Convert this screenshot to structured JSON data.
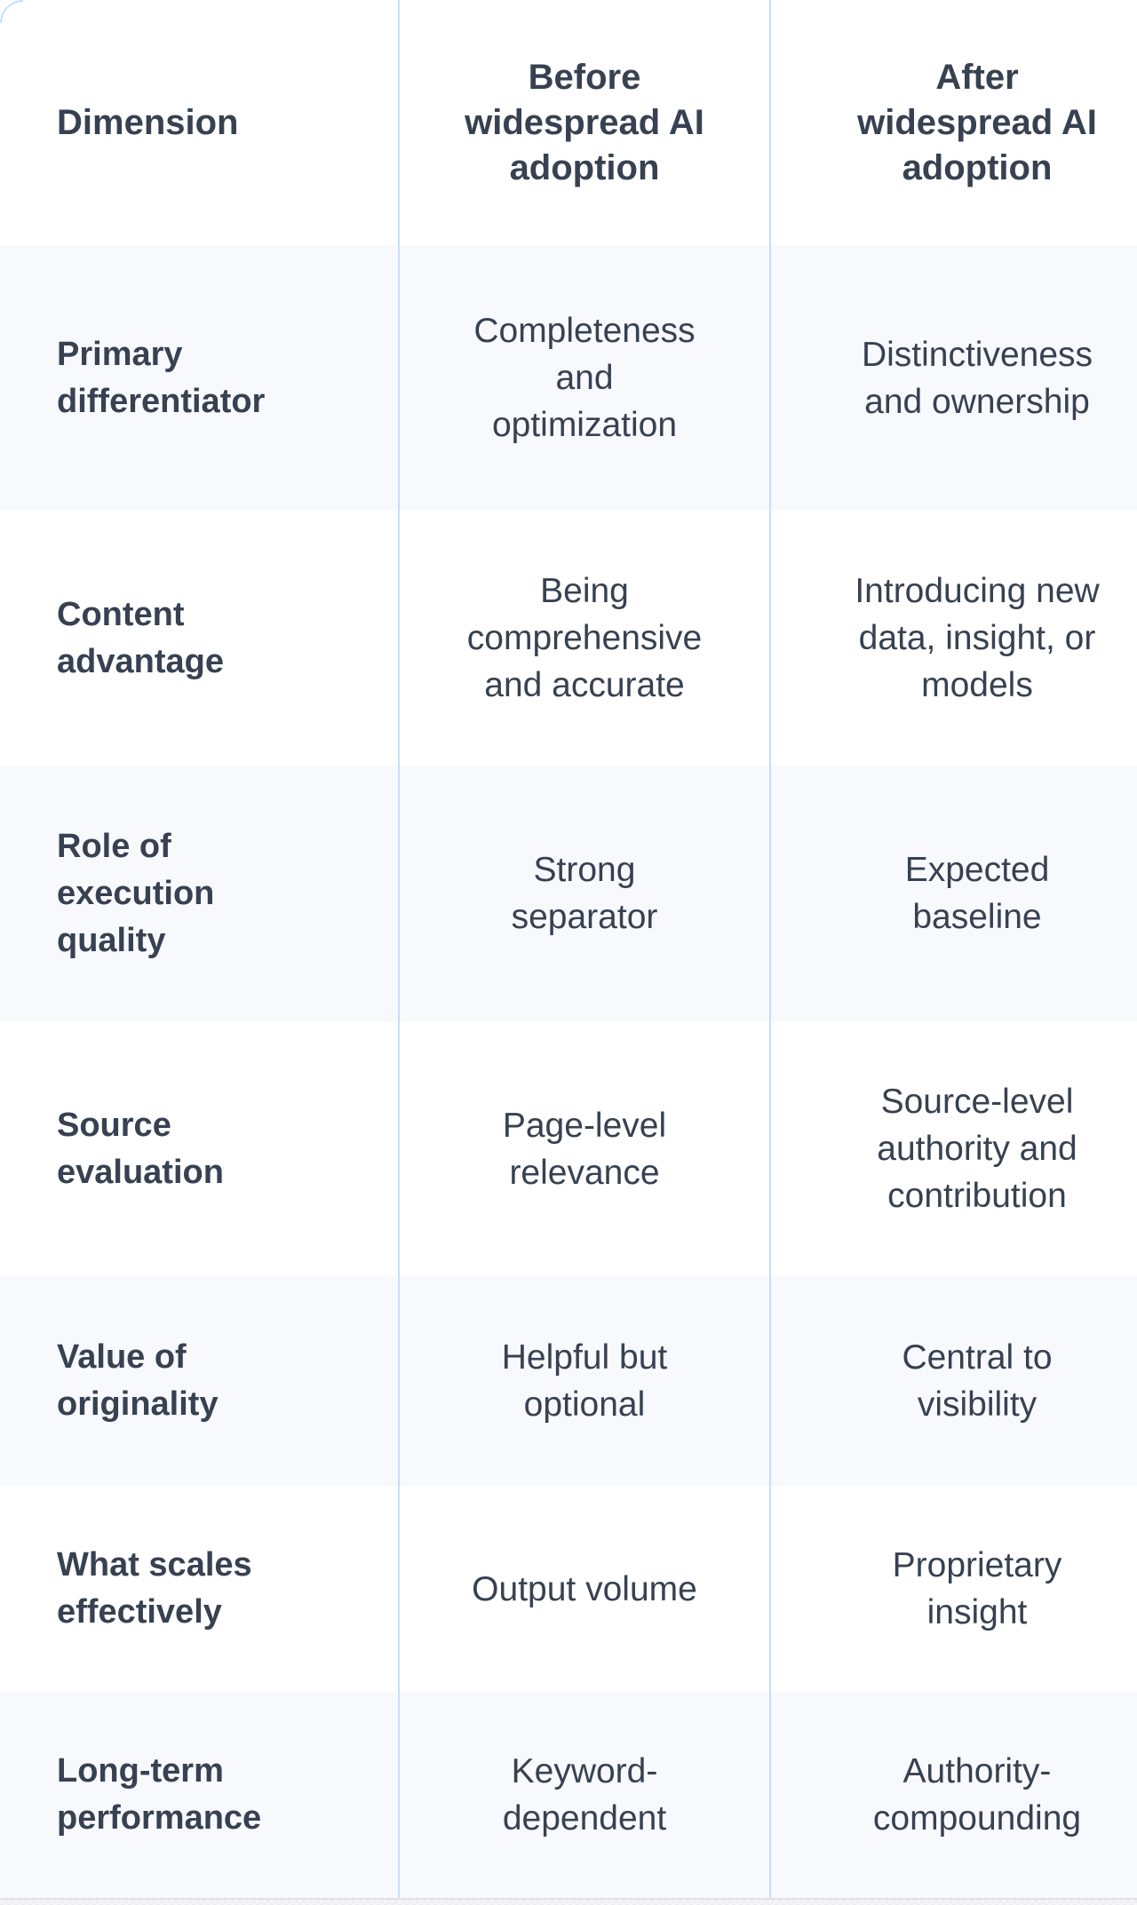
{
  "theme": {
    "line": "#c9def9",
    "stripe": "#f8f9fd",
    "ink": "#374151"
  },
  "table": {
    "columns": [
      {
        "label": "Dimension"
      },
      {
        "label": "Before\nwidespread AI\nadoption"
      },
      {
        "label": "After\nwidespread AI\nadoption"
      }
    ],
    "rows": [
      {
        "dimension": "Primary\ndifferentiator",
        "before": "Completeness\nand\noptimization",
        "after": "Distinctiveness\nand ownership"
      },
      {
        "dimension": "Content\nadvantage",
        "before": "Being\ncomprehensive\nand accurate",
        "after": "Introducing new\ndata, insight, or\nmodels"
      },
      {
        "dimension": "Role of\nexecution\nquality",
        "before": "Strong\nseparator",
        "after": "Expected\nbaseline"
      },
      {
        "dimension": "Source\nevaluation",
        "before": "Page-level\nrelevance",
        "after": "Source-level\nauthority and\ncontribution"
      },
      {
        "dimension": "Value of\noriginality",
        "before": "Helpful but\noptional",
        "after": "Central to\nvisibility"
      },
      {
        "dimension": "What scales\neffectively",
        "before": "Output volume",
        "after": "Proprietary\ninsight"
      },
      {
        "dimension": "Long-term\nperformance",
        "before": "Keyword-\ndependent",
        "after": "Authority-\ncompounding"
      }
    ]
  }
}
